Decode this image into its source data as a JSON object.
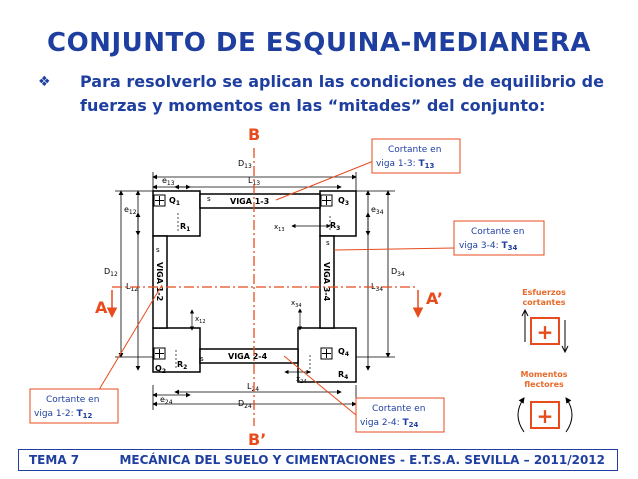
{
  "title": "CONJUNTO DE ESQUINA-MEDIANERA",
  "bullet": {
    "icon": "bullet-symbol-icon",
    "text": "Para resolverlo se aplican las condiciones de equilibrio de fuerzas y momentos en las “mitades” del conjunto:"
  },
  "cuts": {
    "B": "B",
    "B_prime": "B’",
    "A": "A",
    "A_prime": "A’"
  },
  "callouts": {
    "t13": {
      "line1": "Cortante en",
      "line2": "viga 1-3: ",
      "sym": "T",
      "sub": "13"
    },
    "t34": {
      "line1": "Cortante en",
      "line2": "viga 3-4: ",
      "sym": "T",
      "sub": "34"
    },
    "t12": {
      "line1": "Cortante en",
      "line2": "viga 1-2: ",
      "sym": "T",
      "sub": "12"
    },
    "t24": {
      "line1": "Cortante en",
      "line2": "viga 2-4: ",
      "sym": "T",
      "sub": "24"
    }
  },
  "beams": {
    "v13": "VIGA 1-3",
    "v24": "VIGA 2-4",
    "v12": "VIGA 1-2",
    "v34": "VIGA 3-4"
  },
  "loads": {
    "Q1": {
      "sym": "Q",
      "sub": "1"
    },
    "Q2": {
      "sym": "Q",
      "sub": "2"
    },
    "Q3": {
      "sym": "Q",
      "sub": "3"
    },
    "Q4": {
      "sym": "Q",
      "sub": "4"
    }
  },
  "reactions": {
    "R1": {
      "sym": "R",
      "sub": "1"
    },
    "R2": {
      "sym": "R",
      "sub": "2"
    },
    "R3": {
      "sym": "R",
      "sub": "3"
    },
    "R4": {
      "sym": "R",
      "sub": "4"
    }
  },
  "dims": {
    "D13": {
      "sym": "D",
      "sub": "13"
    },
    "L13": {
      "sym": "L",
      "sub": "13"
    },
    "e13": {
      "sym": "e",
      "sub": "13"
    },
    "D24": {
      "sym": "D",
      "sub": "24"
    },
    "L24": {
      "sym": "L",
      "sub": "24"
    },
    "e24": {
      "sym": "e",
      "sub": "24"
    },
    "D12": {
      "sym": "D",
      "sub": "12"
    },
    "L12": {
      "sym": "L",
      "sub": "12"
    },
    "e12": {
      "sym": "e",
      "sub": "12"
    },
    "D34": {
      "sym": "D",
      "sub": "34"
    },
    "L34": {
      "sym": "L",
      "sub": "34"
    },
    "e34": {
      "sym": "e",
      "sub": "34"
    },
    "x13": {
      "sym": "x",
      "sub": "13"
    },
    "x12": {
      "sym": "x",
      "sub": "12"
    },
    "x34": {
      "sym": "x",
      "sub": "34"
    },
    "x24": {
      "sym": "x",
      "sub": "24"
    },
    "s": "s"
  },
  "legend": {
    "shear_line1": "Esfuerzos",
    "shear_line2": "cortantes",
    "moment_line1": "Momentos",
    "moment_line2": "flectores",
    "plus": "+"
  },
  "footer": {
    "left": "TEMA 7",
    "right": "MECÁNICA DEL SUELO Y CIMENTACIONES - E.T.S.A. SEVILLA – 2011/2012"
  },
  "colors": {
    "blue": "#1f3fa0",
    "red": "#e84b1c",
    "orange": "#e86a2a",
    "black": "#000000"
  }
}
